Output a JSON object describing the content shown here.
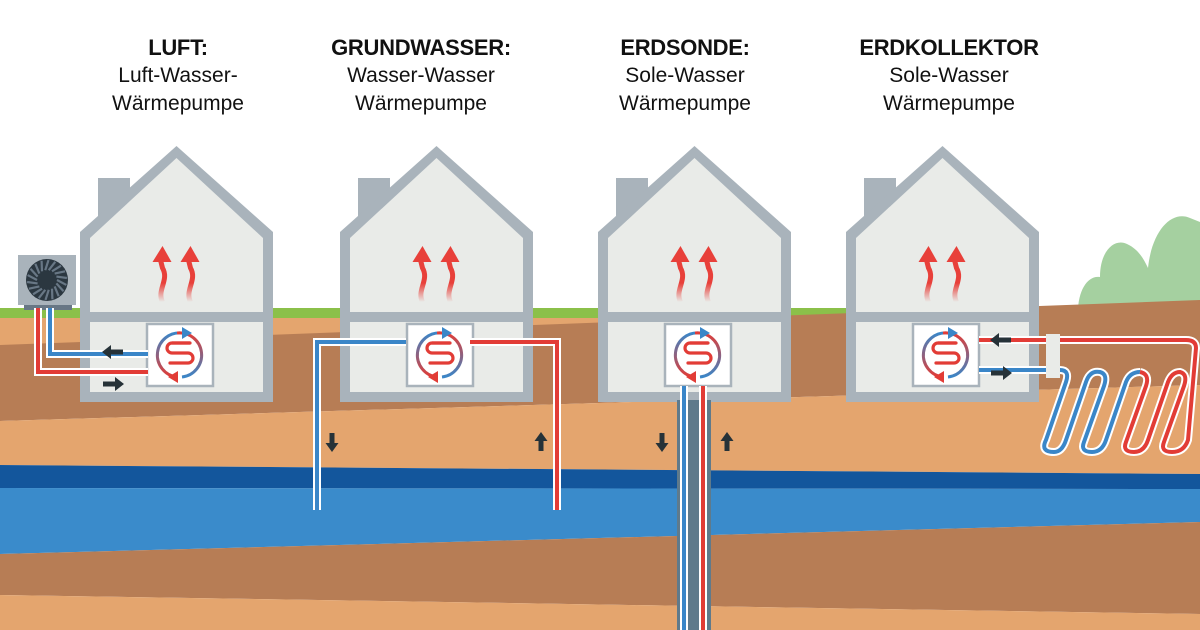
{
  "title": "Wärmepumpen-Arten",
  "colors": {
    "background": "#ffffff",
    "house_wall": "#a9b3bb",
    "house_fill": "#e9ebe8",
    "grass": "#8bc04a",
    "soil_light": "#e4a56e",
    "soil_dark": "#b77d55",
    "water_dark": "#13569c",
    "water_light": "#3a8bcb",
    "pipe_cold": "#3a86c8",
    "pipe_hot": "#e23c36",
    "heat_arrow": "#e8403a",
    "flow_arrow": "#263238",
    "bush": "#a5d0a0",
    "probe": "#5f7a8b",
    "fan_unit": "#a9b3bb",
    "fan": "#2b3740"
  },
  "systems": [
    {
      "id": "luft",
      "title": "LUFT:",
      "subtitle_line1": "Luft-Wasser-",
      "subtitle_line2": "Wärmepumpe",
      "source": "air"
    },
    {
      "id": "grundwasser",
      "title": "GRUNDWASSER:",
      "subtitle_line1": "Wasser-Wasser",
      "subtitle_line2": "Wärmepumpe",
      "source": "groundwater"
    },
    {
      "id": "erdsonde",
      "title": "ERDSONDE:",
      "subtitle_line1": "Sole-Wasser",
      "subtitle_line2": "Wärmepumpe",
      "source": "borehole-probe"
    },
    {
      "id": "erdkollektor",
      "title": "ERDKOLLEKTOR",
      "subtitle_line1": "Sole-Wasser",
      "subtitle_line2": "Wärmepumpe",
      "source": "ground-collector"
    }
  ],
  "icons": {
    "heat_rising": "heat-rising-arrows-icon",
    "heat_pump": "heat-pump-cycle-icon",
    "fan": "fan-icon",
    "flow": "flow-direction-arrow-icon"
  }
}
